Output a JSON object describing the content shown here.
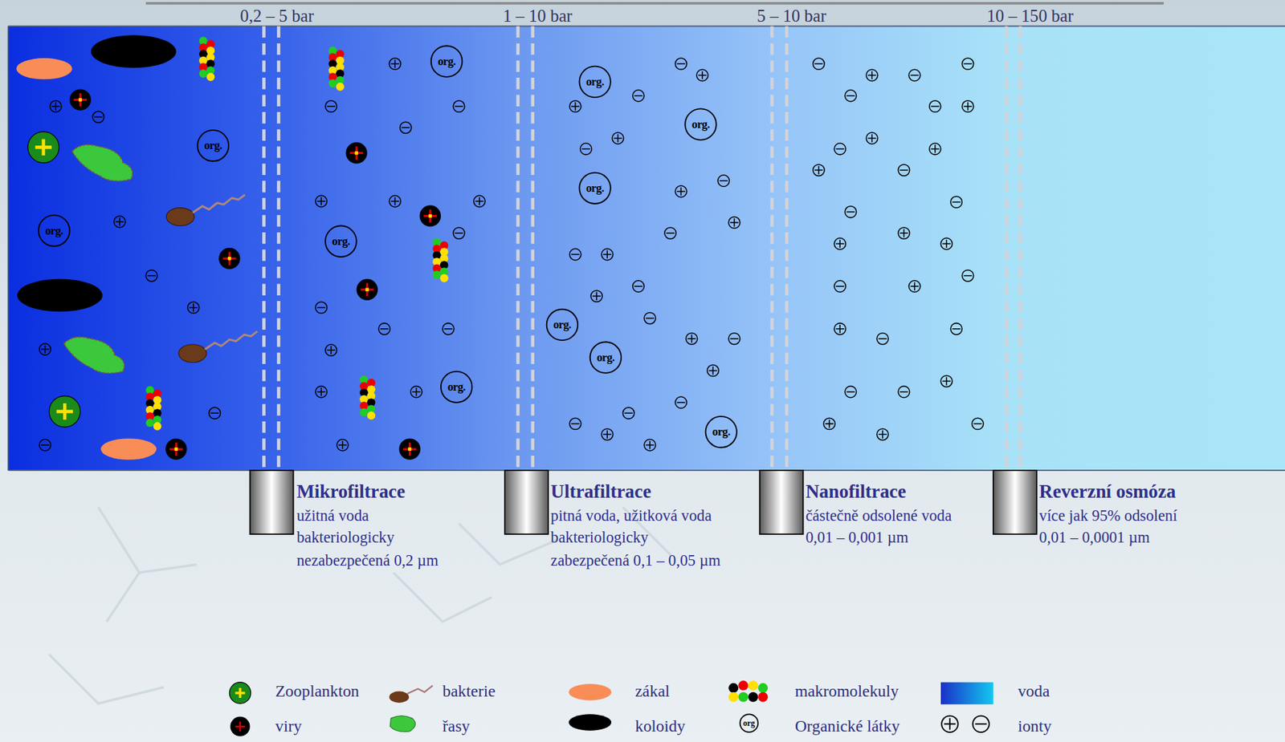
{
  "diagram": {
    "labels": [
      "0,2 – 5 bar",
      "1 – 10 bar",
      "5 – 10 bar",
      "10 – 150 bar",
      "org.",
      "org.",
      "org.",
      "org.",
      "org.",
      "org.",
      "org.",
      "org.",
      "org.",
      "org.",
      "org.",
      "Mikrofiltrace",
      "užitná voda",
      "bakteriologicky",
      "nezabezpečená 0,2 µm",
      "Ultrafiltrace",
      "pitná voda, užitková voda",
      "bakteriologicky",
      "zabezpečená 0,1 – 0,05 µm",
      "Nanofiltrace",
      "částečně odsolené voda",
      "0,01 – 0,001 µm",
      "Reverzní osmóza",
      "více jak 95% odsolení",
      "0,01 – 0,0001 µm",
      "org"
    ],
    "legend": [
      {
        "text": "Zooplankton"
      },
      {
        "text": "bakterie"
      },
      {
        "text": "zákal"
      },
      {
        "text": "makromolekuly"
      },
      {
        "text": "voda"
      },
      {
        "text": "viry"
      },
      {
        "text": "řasy"
      },
      {
        "text": "koloidy"
      },
      {
        "text": "Organické látky"
      },
      {
        "text": "ionty"
      }
    ]
  }
}
